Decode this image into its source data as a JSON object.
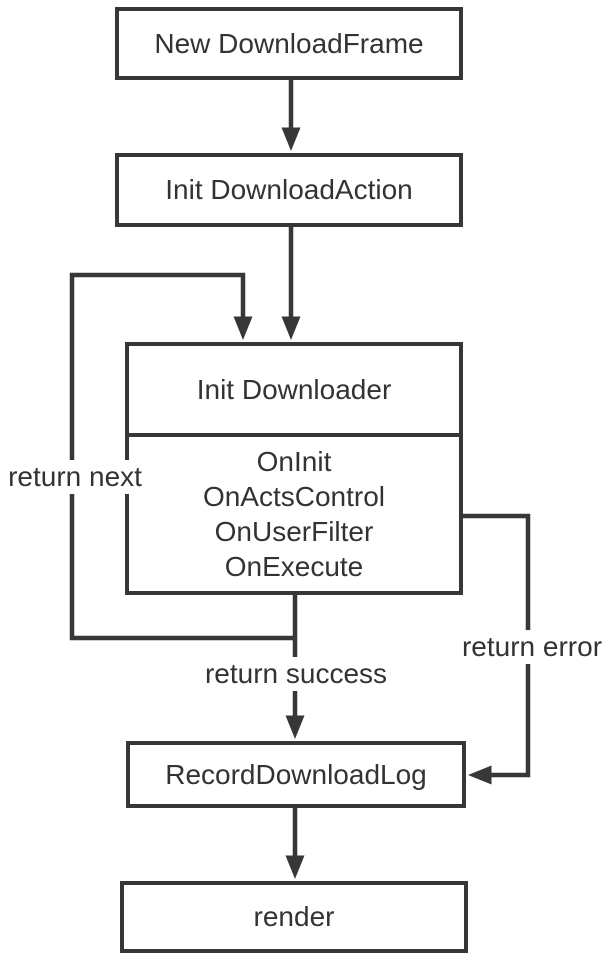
{
  "flowchart": {
    "nodes": {
      "new_download_frame": {
        "label": "New DownloadFrame"
      },
      "init_download_action": {
        "label": "Init DownloadAction"
      },
      "init_downloader": {
        "title": "Init Downloader",
        "methods": [
          "OnInit",
          "OnActsControl",
          "OnUserFilter",
          "OnExecute"
        ]
      },
      "record_download_log": {
        "label": "RecordDownloadLog"
      },
      "render": {
        "label": "render"
      }
    },
    "edge_labels": {
      "return_next": "return next",
      "return_success": "return success",
      "return_error": "return error"
    },
    "colors": {
      "stroke": "#373737",
      "text": "#333333",
      "background": "#ffffff"
    }
  }
}
